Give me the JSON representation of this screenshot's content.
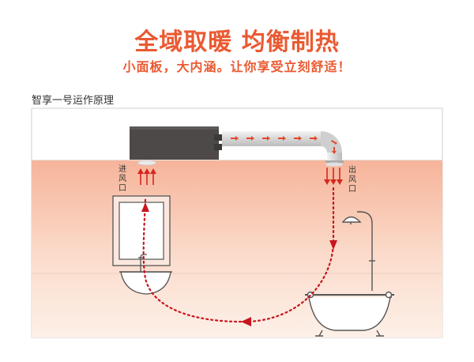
{
  "header": {
    "title": "全域取暖 均衡制热",
    "subtitle": "小面板，大内涵。让你享受立刻舒适！"
  },
  "section": {
    "label": "智享一号运作原理"
  },
  "diagram": {
    "intake_label": "进风口",
    "outlet_label": "出风口",
    "icons": [
      "heater-unit-icon",
      "air-duct-icon",
      "mirror-icon",
      "washbasin-icon",
      "faucet-icon",
      "shower-icon",
      "bathtub-icon"
    ],
    "colors": {
      "accent": "#ea5a32",
      "flow_arrow": "#c8141e",
      "warm_zone_top": "#f6b49a",
      "warm_zone_bottom": "#fdf0e8",
      "heater_body": "#4d4948"
    }
  }
}
